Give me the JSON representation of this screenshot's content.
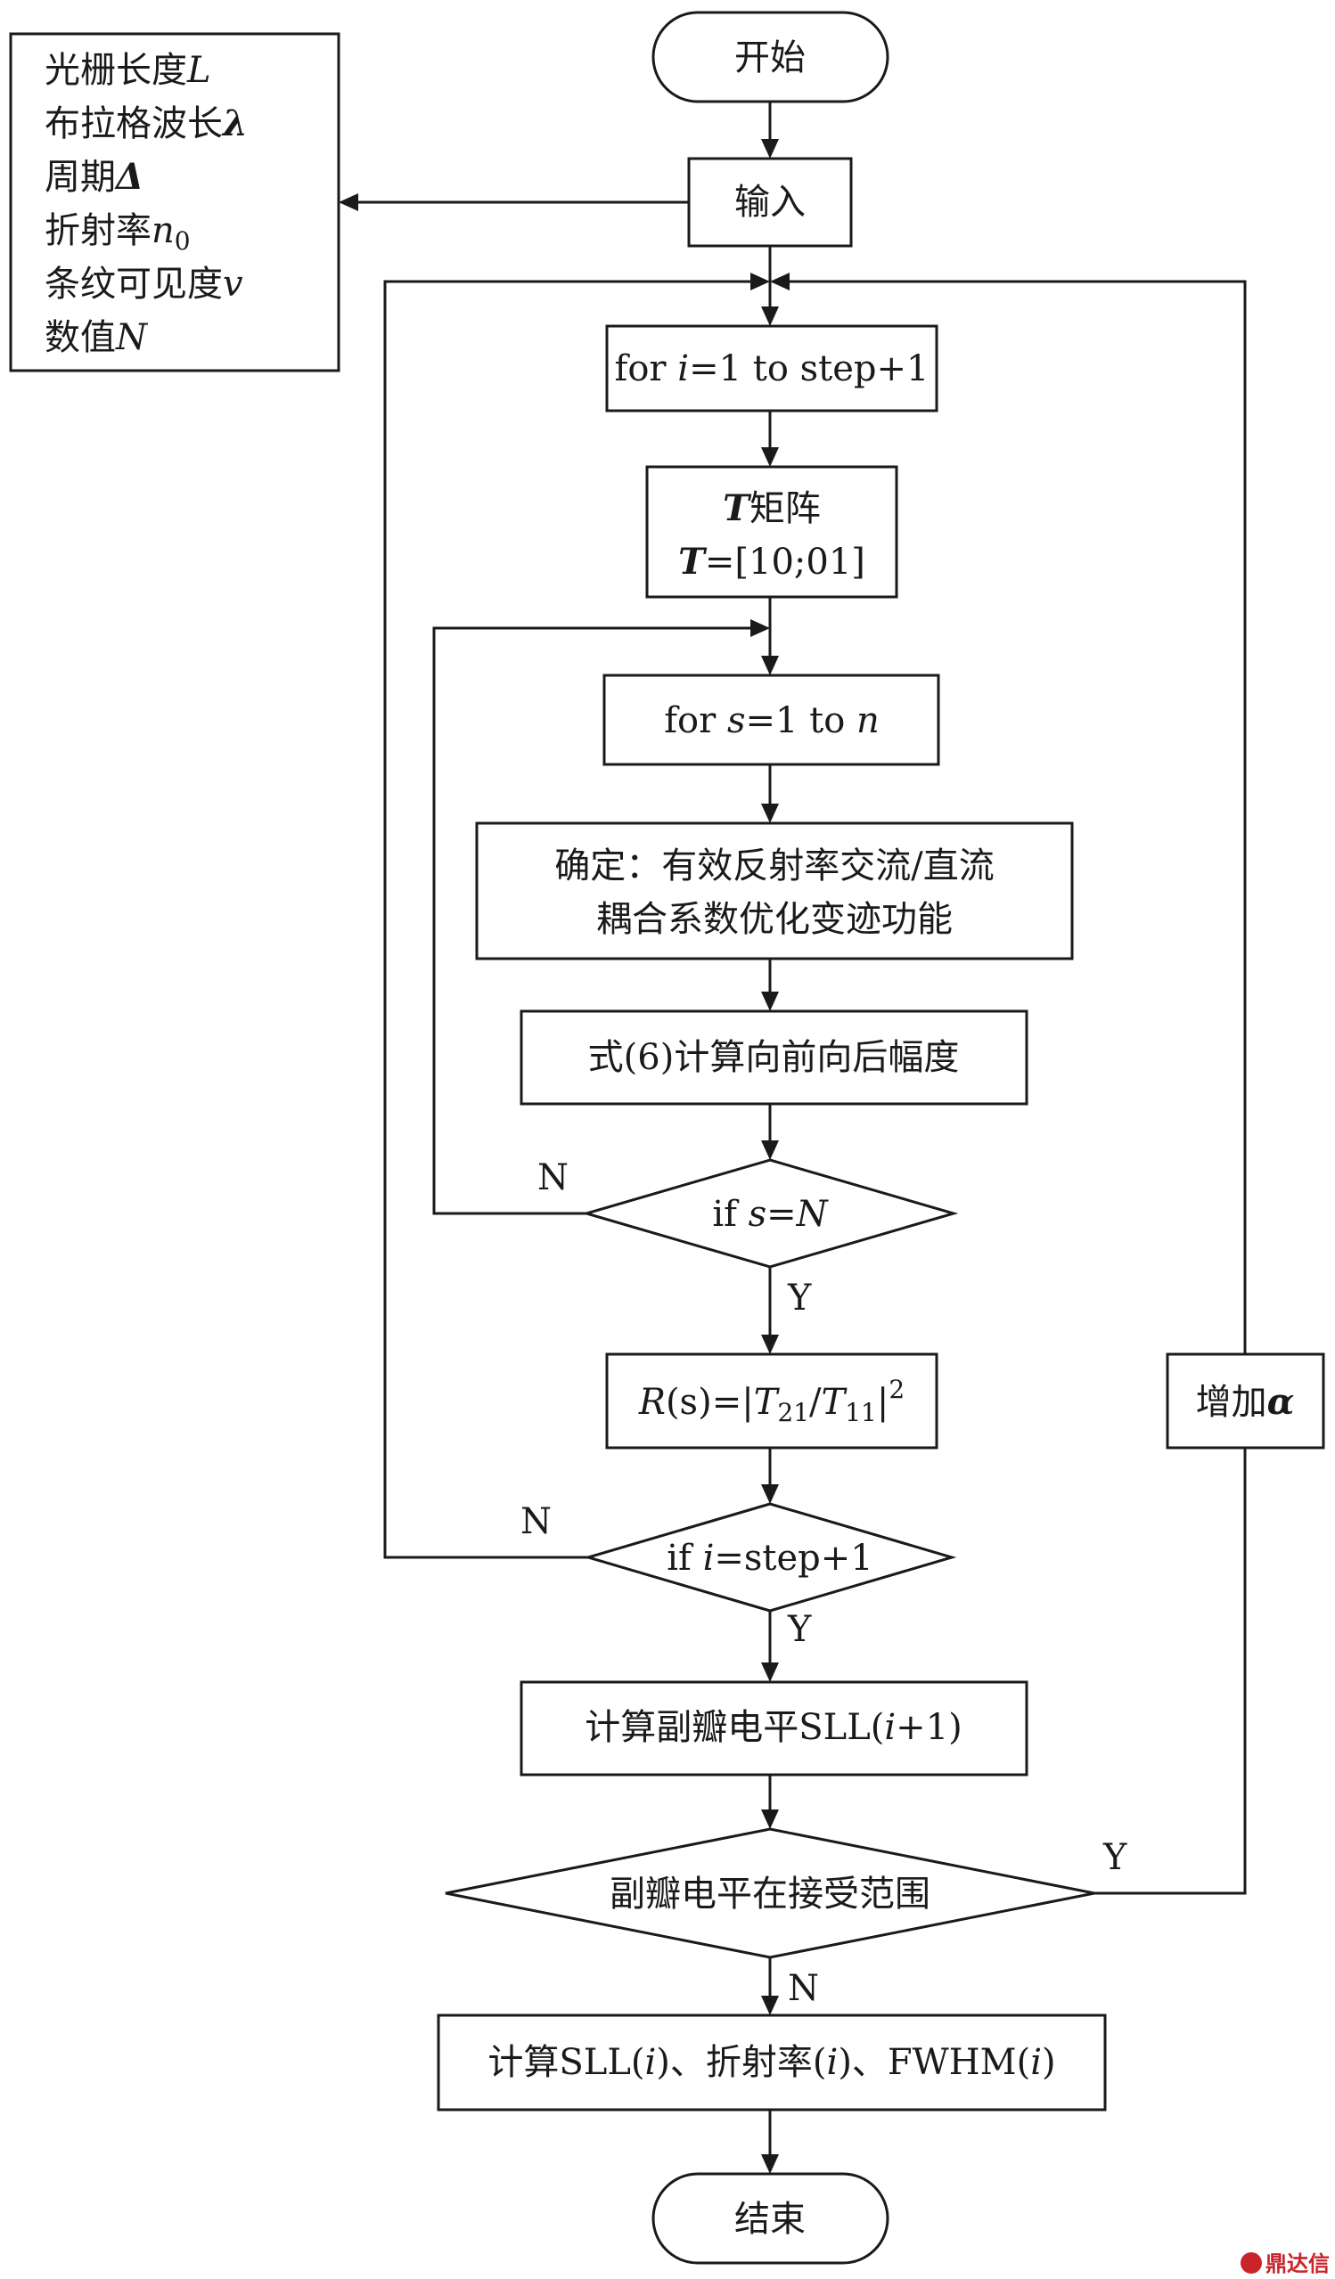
{
  "params": {
    "line1": "光栅长度",
    "line1_sym": "L",
    "line2": "布拉格波长",
    "line2_sym": "λ",
    "line3": "周期",
    "line3_sym": "Δ",
    "line4": "折射率",
    "line4_sym": "n",
    "line4_sub": "0",
    "line5": "条纹可见度",
    "line5_sym": "v",
    "line6": "数值",
    "line6_sym": "N"
  },
  "start": "开始",
  "input": "输入",
  "loop_i": {
    "pre": "for ",
    "var": "i",
    "post": "=1 to step+1"
  },
  "matrix": {
    "sym": "T",
    "label": "矩阵",
    "eq_sym": "T",
    "eq_val": "=[10;01]"
  },
  "loop_s": {
    "pre": "for ",
    "var": "s",
    "mid": "=1 to ",
    "end": "n"
  },
  "determine": {
    "line1": "确定：有效反射率交流/直流",
    "line2": "耦合系数优化变迹功能"
  },
  "formula": "式(6)计算向前向后幅度",
  "if_s": {
    "pre": "if ",
    "var": "s",
    "eq": "=",
    "end": "N"
  },
  "reflect": {
    "r": "R",
    "arg": "(s)",
    "eq": "=",
    "t1": "T",
    "t1_sub": "21",
    "t2": "T",
    "t2_sub": "11",
    "exp": "2"
  },
  "if_i": {
    "pre": "if ",
    "var": "i",
    "post": "=step+1"
  },
  "sll": {
    "pre": "计算副瓣电平SLL(",
    "var": "i",
    "post": "+1)"
  },
  "accept": "副瓣电平在接受范围",
  "calc_final": {
    "p1": "计算SLL(",
    "v1": "i",
    "p2": ")、折射率(",
    "v2": "i",
    "p3": ")、FWHM(",
    "v3": "i",
    "p4": ")"
  },
  "end": "结束",
  "increase": {
    "label": "增加",
    "sym": "α"
  },
  "labels": {
    "n1": "N",
    "y1": "Y",
    "n2": "N",
    "y2": "Y",
    "y3": "Y",
    "n3": "N"
  },
  "watermark": "鼎达信"
}
